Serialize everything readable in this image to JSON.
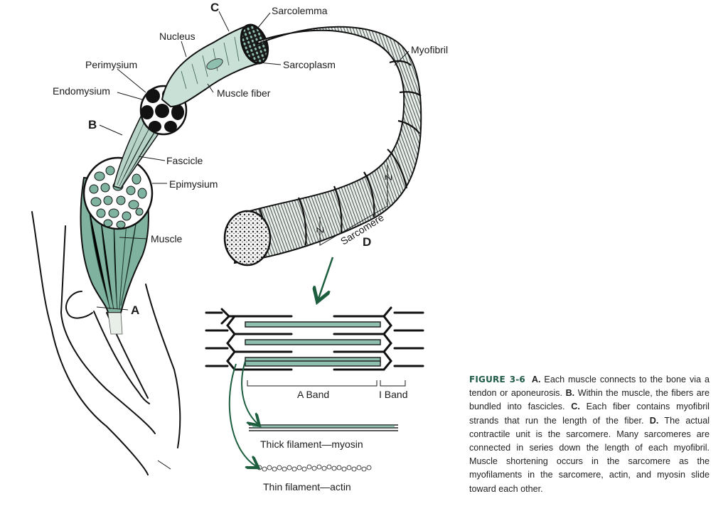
{
  "figure": {
    "number": "FIGURE 3-6",
    "colors": {
      "muscle_teal": "#7fb3a0",
      "light_teal": "#c9e0d6",
      "arrow_green": "#1d5e3e",
      "ink": "#111111"
    },
    "labels": {
      "C": "C",
      "sarcolemma": "Sarcolemma",
      "nucleus": "Nucleus",
      "myofibril": "Myofibril",
      "perimysium": "Perimysium",
      "sarcoplasm": "Sarcoplasm",
      "endomysium": "Endomysium",
      "muscle_fiber": "Muscle fiber",
      "B": "B",
      "fascicle": "Fascicle",
      "epimysium": "Epimysium",
      "muscle": "Muscle",
      "A": "A",
      "z1": "Z",
      "z2": "Z",
      "sarcomere": "Sarcomere",
      "D": "D",
      "a_band": "A Band",
      "i_band": "I Band",
      "thick_filament": "Thick filament—myosin",
      "thin_filament": "Thin filament—actin"
    },
    "caption": {
      "parts": [
        {
          "tag": "A.",
          "text": " Each muscle connects to the bone via a tendon or aponeurosis. "
        },
        {
          "tag": "B.",
          "text": " Within the muscle, the fibers are bundled into fascicles. "
        },
        {
          "tag": "C.",
          "text": " Each fiber contains myofibril strands that run the length of the fiber. "
        },
        {
          "tag": "D.",
          "text": " The actual contractile unit is the sarcomere. Many sarcomeres are connected in series down the length of each myofibril. Muscle shortening occurs in the sarcomere as the myofilaments in the sarcomere, actin, and myosin slide toward each other."
        }
      ]
    }
  }
}
